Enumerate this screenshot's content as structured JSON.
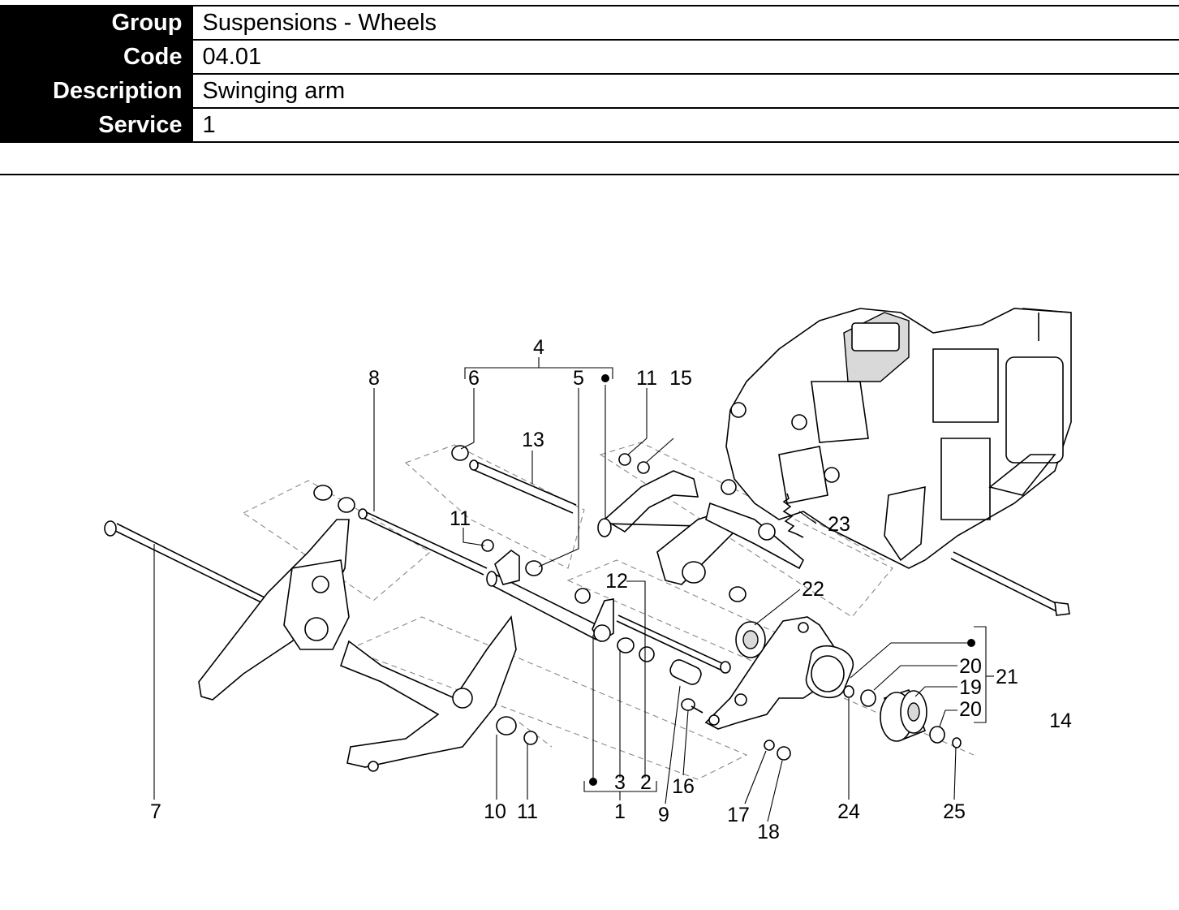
{
  "header": {
    "rows": [
      {
        "label": "Group",
        "value": "Suspensions - Wheels"
      },
      {
        "label": "Code",
        "value": "04.01"
      },
      {
        "label": "Description",
        "value": "Swinging arm"
      },
      {
        "label": "Service",
        "value": "1"
      }
    ]
  },
  "diagram": {
    "callouts": [
      "1",
      "2",
      "3",
      "4",
      "5",
      "6",
      "7",
      "8",
      "9",
      "10",
      "11",
      "11",
      "11",
      "12",
      "13",
      "14",
      "15",
      "16",
      "17",
      "18",
      "19",
      "20",
      "20",
      "21",
      "22",
      "23",
      "24",
      "25"
    ]
  }
}
